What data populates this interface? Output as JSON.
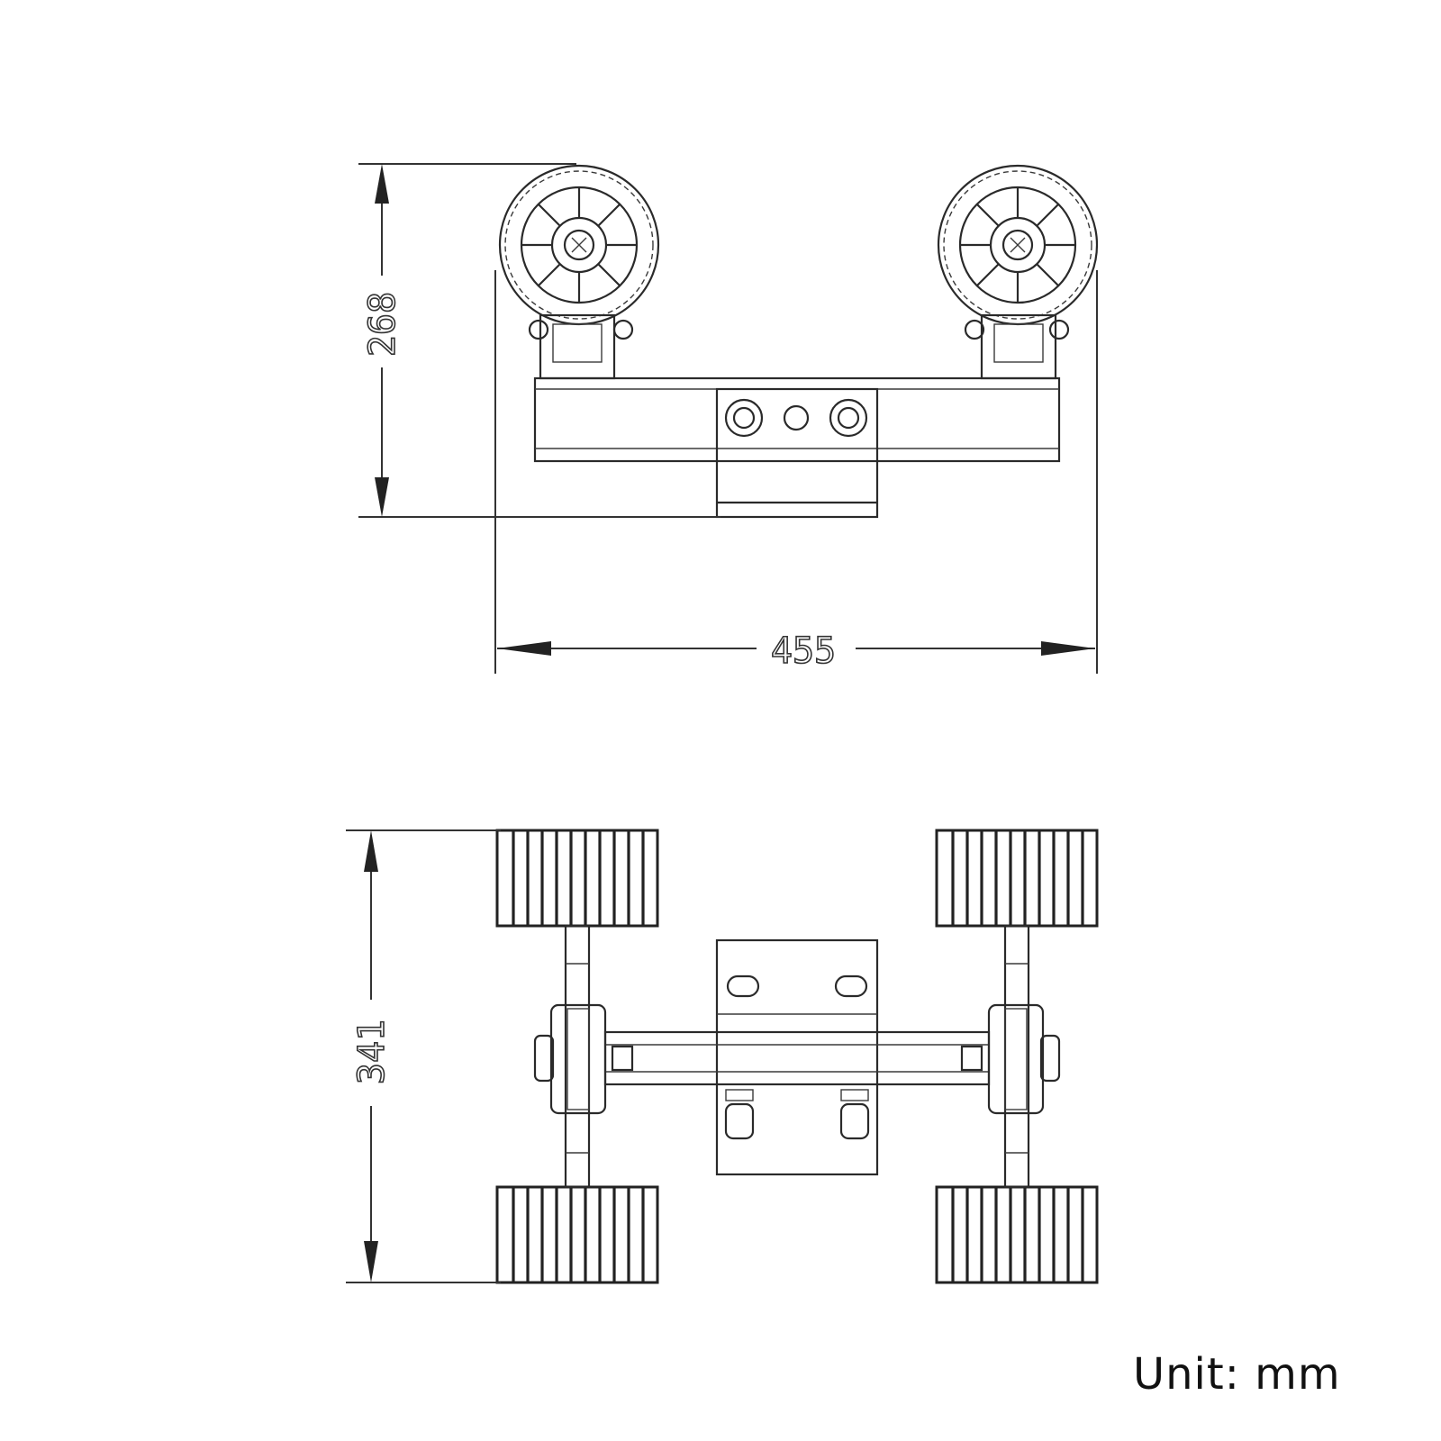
{
  "dimensions": {
    "front_height": "268",
    "width": "455",
    "top_depth": "341"
  },
  "unit_label": "Unit: mm",
  "colors": {
    "line": "#2a2a2a",
    "background": "#ffffff"
  }
}
